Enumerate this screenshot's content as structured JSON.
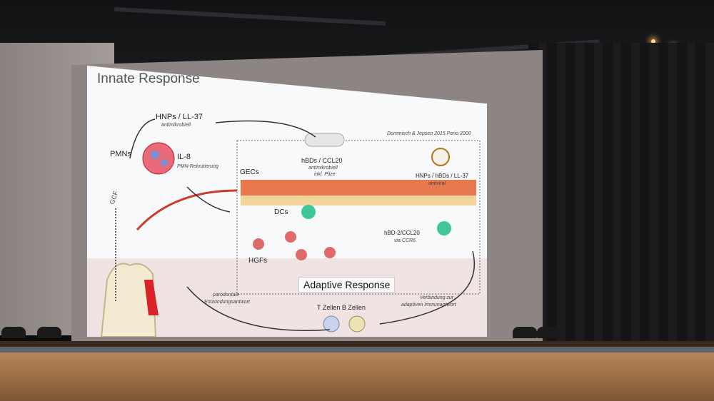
{
  "slide": {
    "title": "Innate Response",
    "citation": "Dommisch & Jepsen 2015 Perio 2000",
    "labels": {
      "hnps_ll37": "HNPs / LL-37",
      "antimikrobiell": "antimikrobiell",
      "pmns": "PMNs",
      "il8": "IL-8",
      "pmn_rekrutierung": "PMN-Rekrutierung",
      "gcf": "GCF",
      "gecs": "GECs",
      "hbds_ccl20": "hBDs / CCL20",
      "antimikrobiell_pilze": "antimikrobiell",
      "inkl_pilze": "inkl. Pilze",
      "hnps_hbds_ll37": "HNPs / hBDs / LL-37",
      "antiviral": "antiviral",
      "dcs": "DCs",
      "hbd2_ccl20": "hBD-2/CCL20",
      "via_ccr6": "via CCR6",
      "hgfs": "HGFs",
      "adaptive_response": "Adaptive Response",
      "parodontale": "parodontale",
      "entzuendungsantwort": "Entzündungsantwort",
      "verbindung": "Verbindung zur",
      "adaptiven": "adaptiven Immunantwort",
      "t_zellen_b_zellen": "T Zellen B Zellen"
    }
  },
  "colors": {
    "epithelium": "#e8794f",
    "cell_green": "#3fc79a",
    "hgf_red": "#e06a6a",
    "pmn_red": "#e96b7a",
    "background_slide": "#f7f9fb"
  }
}
